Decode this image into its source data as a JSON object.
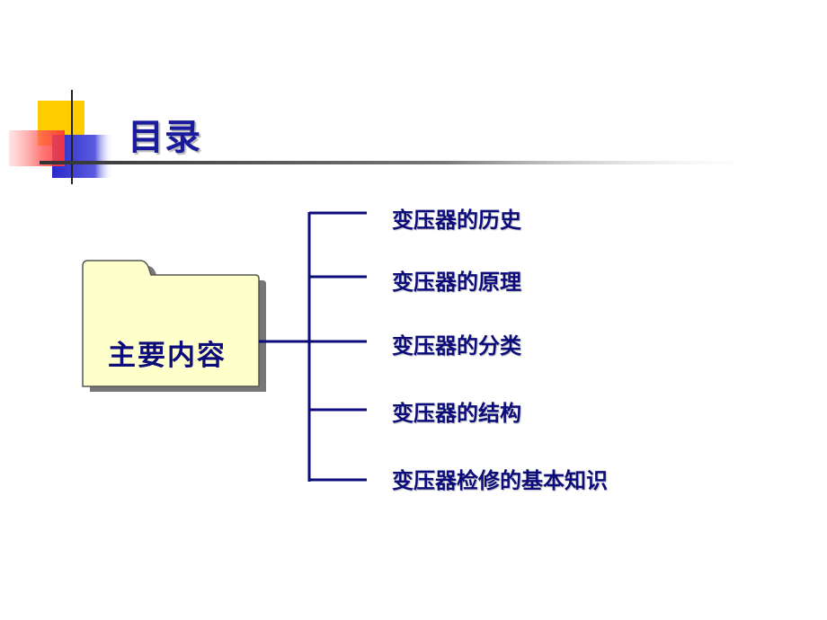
{
  "slide": {
    "title": "目录",
    "folder_label": "主要内容",
    "branches": [
      {
        "label": "变压器的历史"
      },
      {
        "label": "变压器的原理"
      },
      {
        "label": "变压器的分类"
      },
      {
        "label": "变压器的结构"
      },
      {
        "label": "变压器检修的基本知识"
      }
    ]
  },
  "colors": {
    "title_text": "#1a1a9c",
    "body_text": "#0c0c7a",
    "folder_fill": "#ffffcc",
    "tree_lines": "#0c0c7a",
    "deco_yellow": "#ffcc00",
    "deco_red": "#ff6666",
    "deco_blue": "#3333cc"
  }
}
